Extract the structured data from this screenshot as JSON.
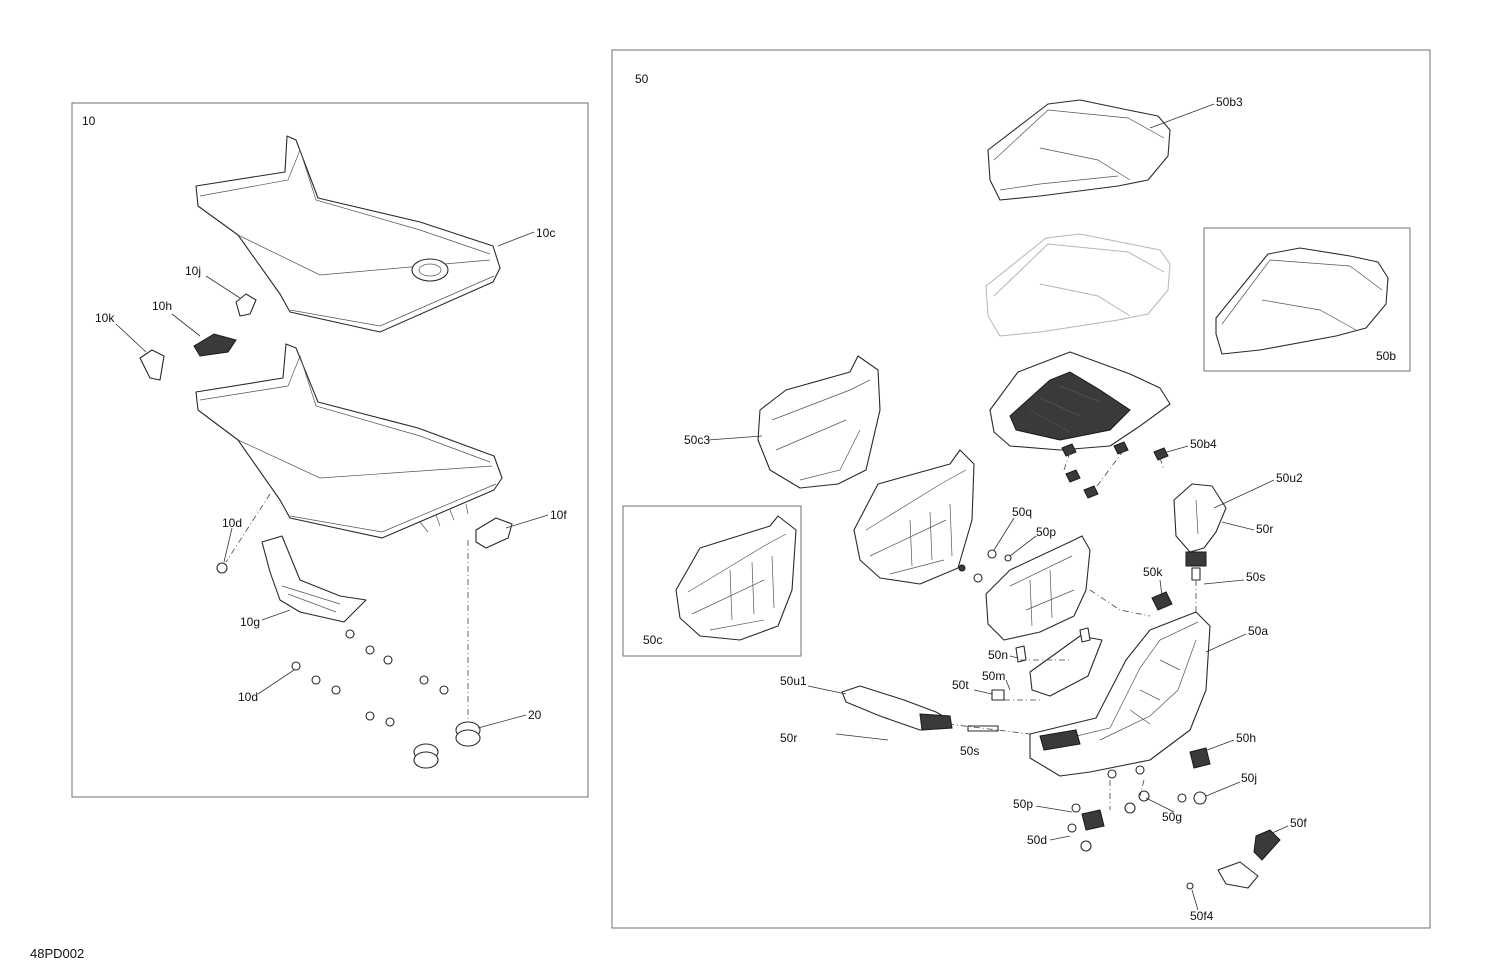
{
  "diagram": {
    "drawing_number": "48PD002",
    "groups": [
      {
        "label": "10"
      },
      {
        "label": "50"
      }
    ],
    "callouts": [
      {
        "label": "10c"
      },
      {
        "label": "10j"
      },
      {
        "label": "10h"
      },
      {
        "label": "10k"
      },
      {
        "label": "10d"
      },
      {
        "label": "10f"
      },
      {
        "label": "10g"
      },
      {
        "label": "10d"
      },
      {
        "label": "20"
      },
      {
        "label": "50b3"
      },
      {
        "label": "50b"
      },
      {
        "label": "50c3"
      },
      {
        "label": "50b4"
      },
      {
        "label": "50u2"
      },
      {
        "label": "50r"
      },
      {
        "label": "50q"
      },
      {
        "label": "50p"
      },
      {
        "label": "50k"
      },
      {
        "label": "50s"
      },
      {
        "label": "50c"
      },
      {
        "label": "50a"
      },
      {
        "label": "50n"
      },
      {
        "label": "50m"
      },
      {
        "label": "50t"
      },
      {
        "label": "50u1"
      },
      {
        "label": "50r"
      },
      {
        "label": "50s"
      },
      {
        "label": "50h"
      },
      {
        "label": "50j"
      },
      {
        "label": "50p"
      },
      {
        "label": "50g"
      },
      {
        "label": "50d"
      },
      {
        "label": "50f"
      },
      {
        "label": "50f4"
      }
    ]
  }
}
